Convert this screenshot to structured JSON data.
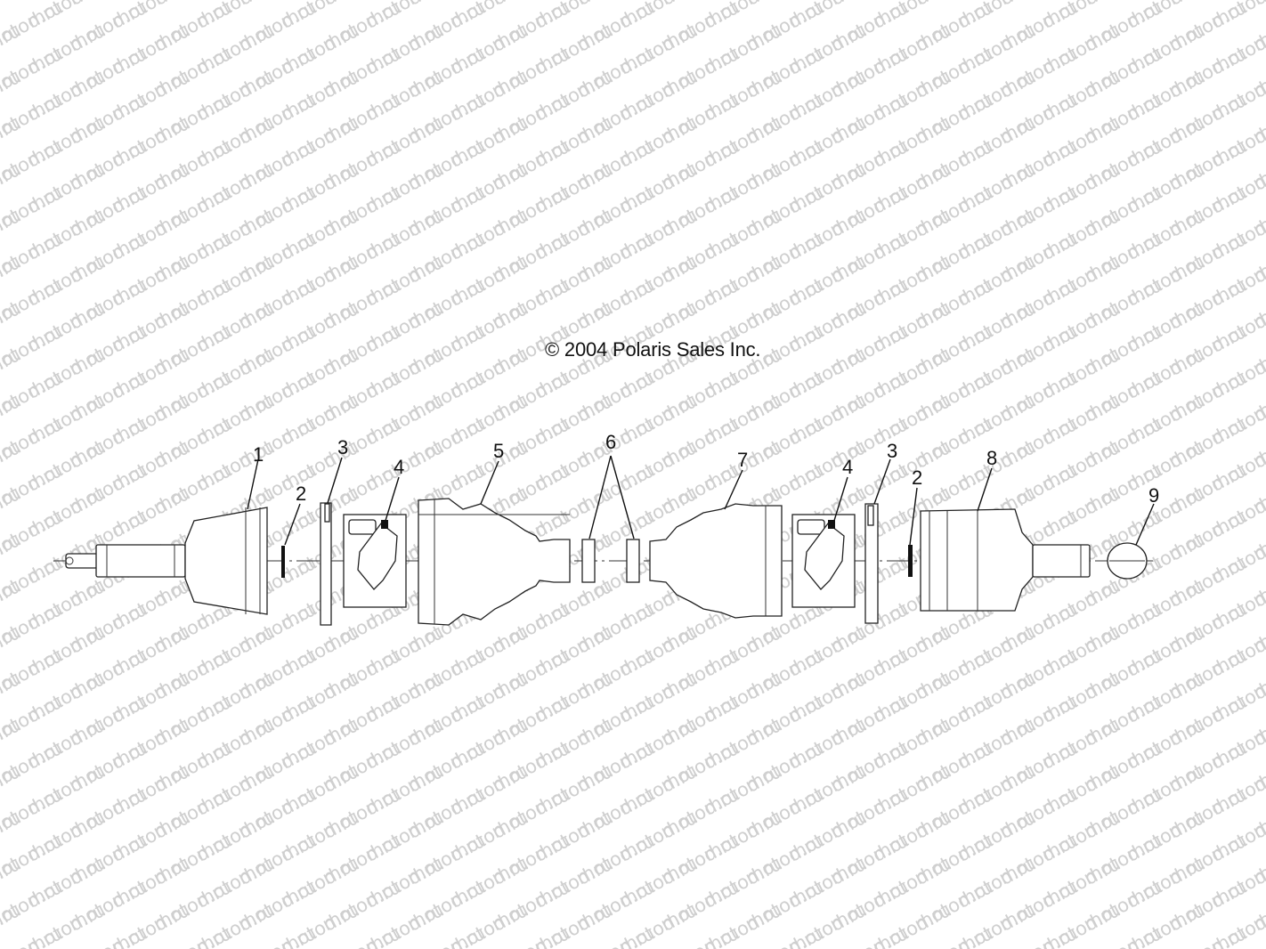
{
  "watermark_text": "motod.ru",
  "copyright": "© 2004 Polaris Sales Inc.",
  "callouts": [
    {
      "id": "1",
      "label": "1"
    },
    {
      "id": "2a",
      "label": "2"
    },
    {
      "id": "3a",
      "label": "3"
    },
    {
      "id": "4a",
      "label": "4"
    },
    {
      "id": "5",
      "label": "5"
    },
    {
      "id": "6",
      "label": "6"
    },
    {
      "id": "7",
      "label": "7"
    },
    {
      "id": "4b",
      "label": "4"
    },
    {
      "id": "3b",
      "label": "3"
    },
    {
      "id": "2b",
      "label": "2"
    },
    {
      "id": "8",
      "label": "8"
    },
    {
      "id": "9",
      "label": "9"
    }
  ],
  "colors": {
    "line": "#222222",
    "watermark": "#cfcfcf",
    "background": "#ffffff"
  }
}
